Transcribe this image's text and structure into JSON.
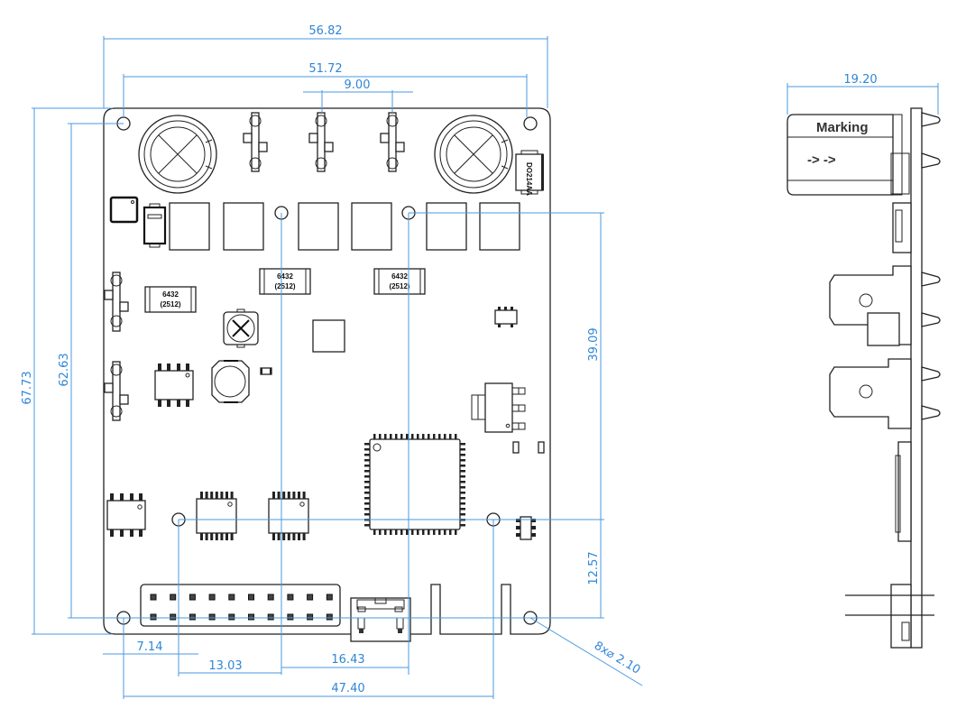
{
  "drawing": {
    "top_view": {
      "dimensions": {
        "overall_width": "56.82",
        "hole_pitch_x": "51.72",
        "header_pitch": "9.00",
        "overall_height": "67.73",
        "hole_pitch_y": "62.63",
        "hole_to_hole_upper": "39.09",
        "hole_to_hole_lower": "12.57",
        "hole_offset_1": "7.14",
        "hole_offset_2": "13.03",
        "hole_offset_3": "16.43",
        "hole_span_bottom": "47.40",
        "hole_callout": "8x⌀ 2.10"
      },
      "component_labels": {
        "resistor_1": [
          "6432",
          "(2512)"
        ],
        "resistor_2": [
          "6432",
          "(2512)"
        ],
        "resistor_3": [
          "6432",
          "(2512)"
        ],
        "diode": "DO214AA"
      }
    },
    "side_view": {
      "dimensions": {
        "overall_depth": "19.20"
      },
      "component_labels": {
        "capacitor_marking": "Marking",
        "polarity_arrows": "-> ->"
      }
    },
    "colors": {
      "dimension": "#2f86d6",
      "outline": "#222222"
    }
  }
}
